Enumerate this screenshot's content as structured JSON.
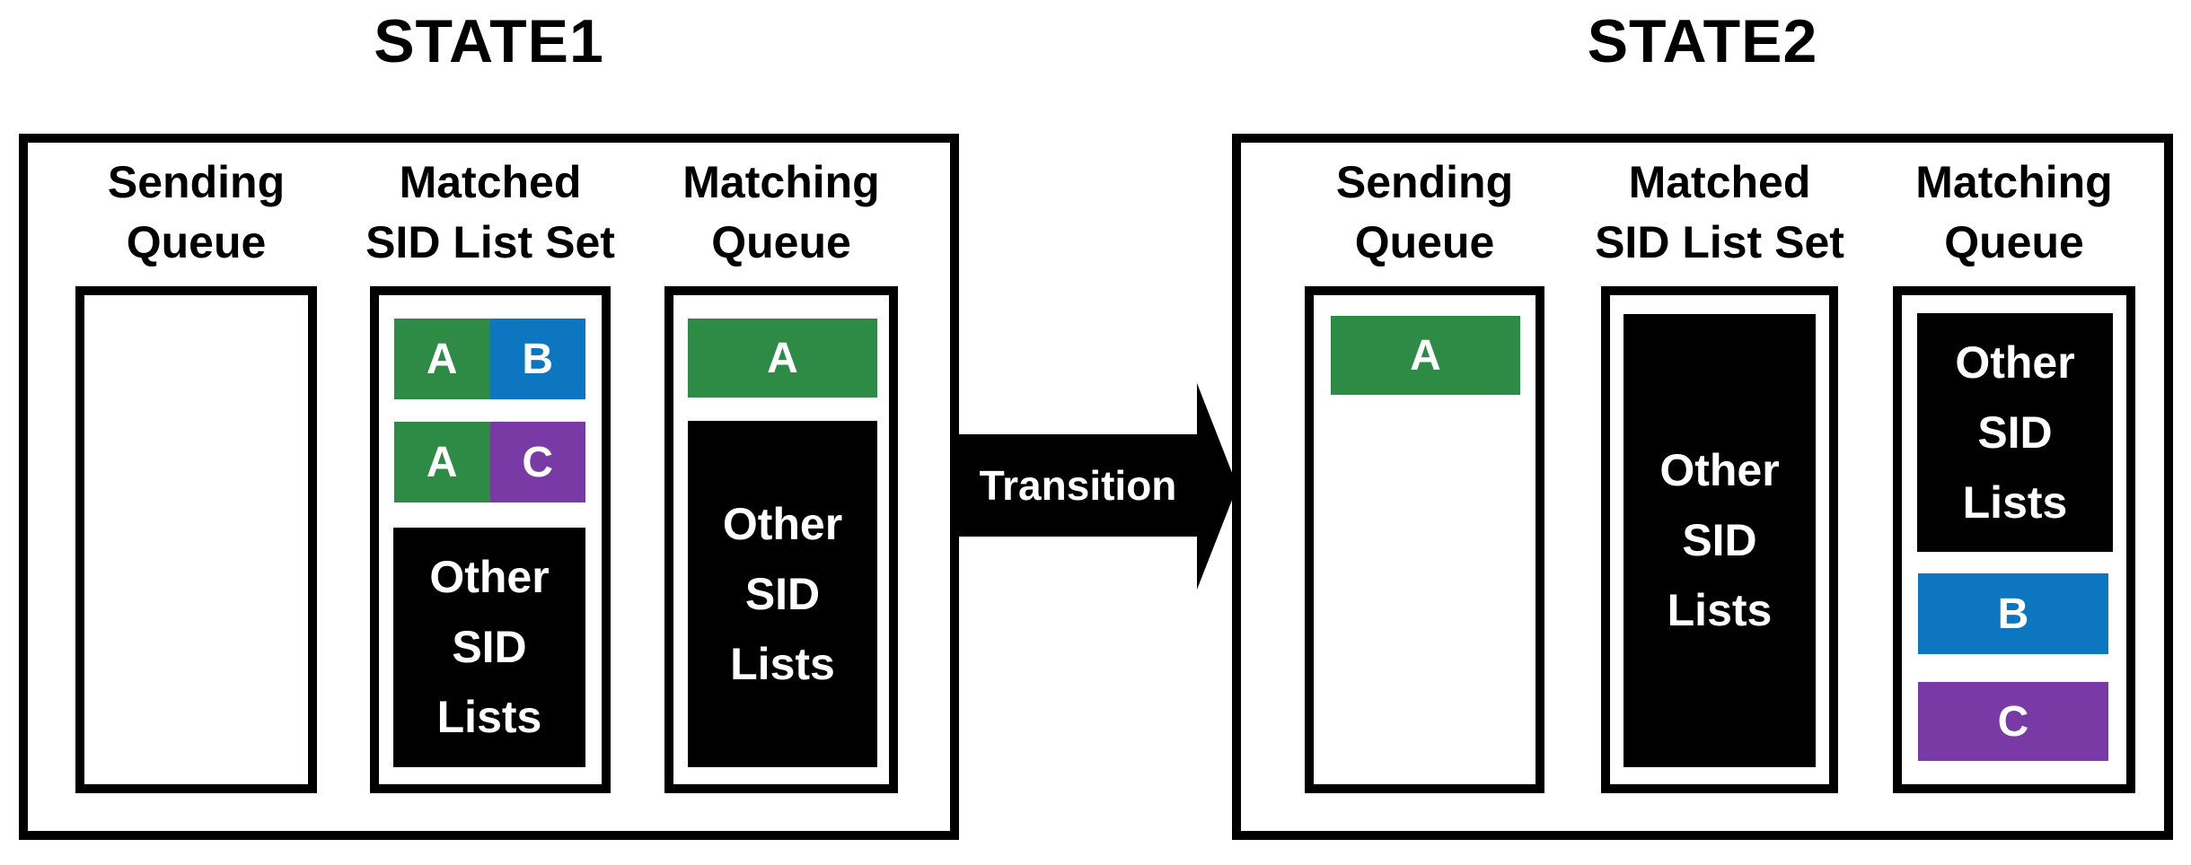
{
  "colors": {
    "green": "#2e8b45",
    "blue": "#0c77c0",
    "purple": "#7a3aa5",
    "black": "#000000"
  },
  "state1": {
    "title": "STATE1",
    "columns": {
      "sending": {
        "header1": "Sending",
        "header2": "Queue"
      },
      "matched": {
        "header1": "Matched",
        "header2": "SID List Set"
      },
      "matching": {
        "header1": "Matching",
        "header2": "Queue"
      }
    },
    "items": {
      "ab": {
        "left": "A",
        "right": "B"
      },
      "ac": {
        "left": "A",
        "right": "C"
      },
      "matched_other": {
        "l1": "Other",
        "l2": "SID",
        "l3": "Lists"
      },
      "matching_a": "A",
      "matching_other": {
        "l1": "Other",
        "l2": "SID",
        "l3": "Lists"
      }
    }
  },
  "arrow": {
    "label": "Transition"
  },
  "state2": {
    "title": "STATE2",
    "columns": {
      "sending": {
        "header1": "Sending",
        "header2": "Queue"
      },
      "matched": {
        "header1": "Matched",
        "header2": "SID List Set"
      },
      "matching": {
        "header1": "Matching",
        "header2": "Queue"
      }
    },
    "items": {
      "sending_a": "A",
      "matched_other": {
        "l1": "Other",
        "l2": "SID",
        "l3": "Lists"
      },
      "matching_other": {
        "l1": "Other",
        "l2": "SID",
        "l3": "Lists"
      },
      "b": "B",
      "c": "C"
    }
  }
}
